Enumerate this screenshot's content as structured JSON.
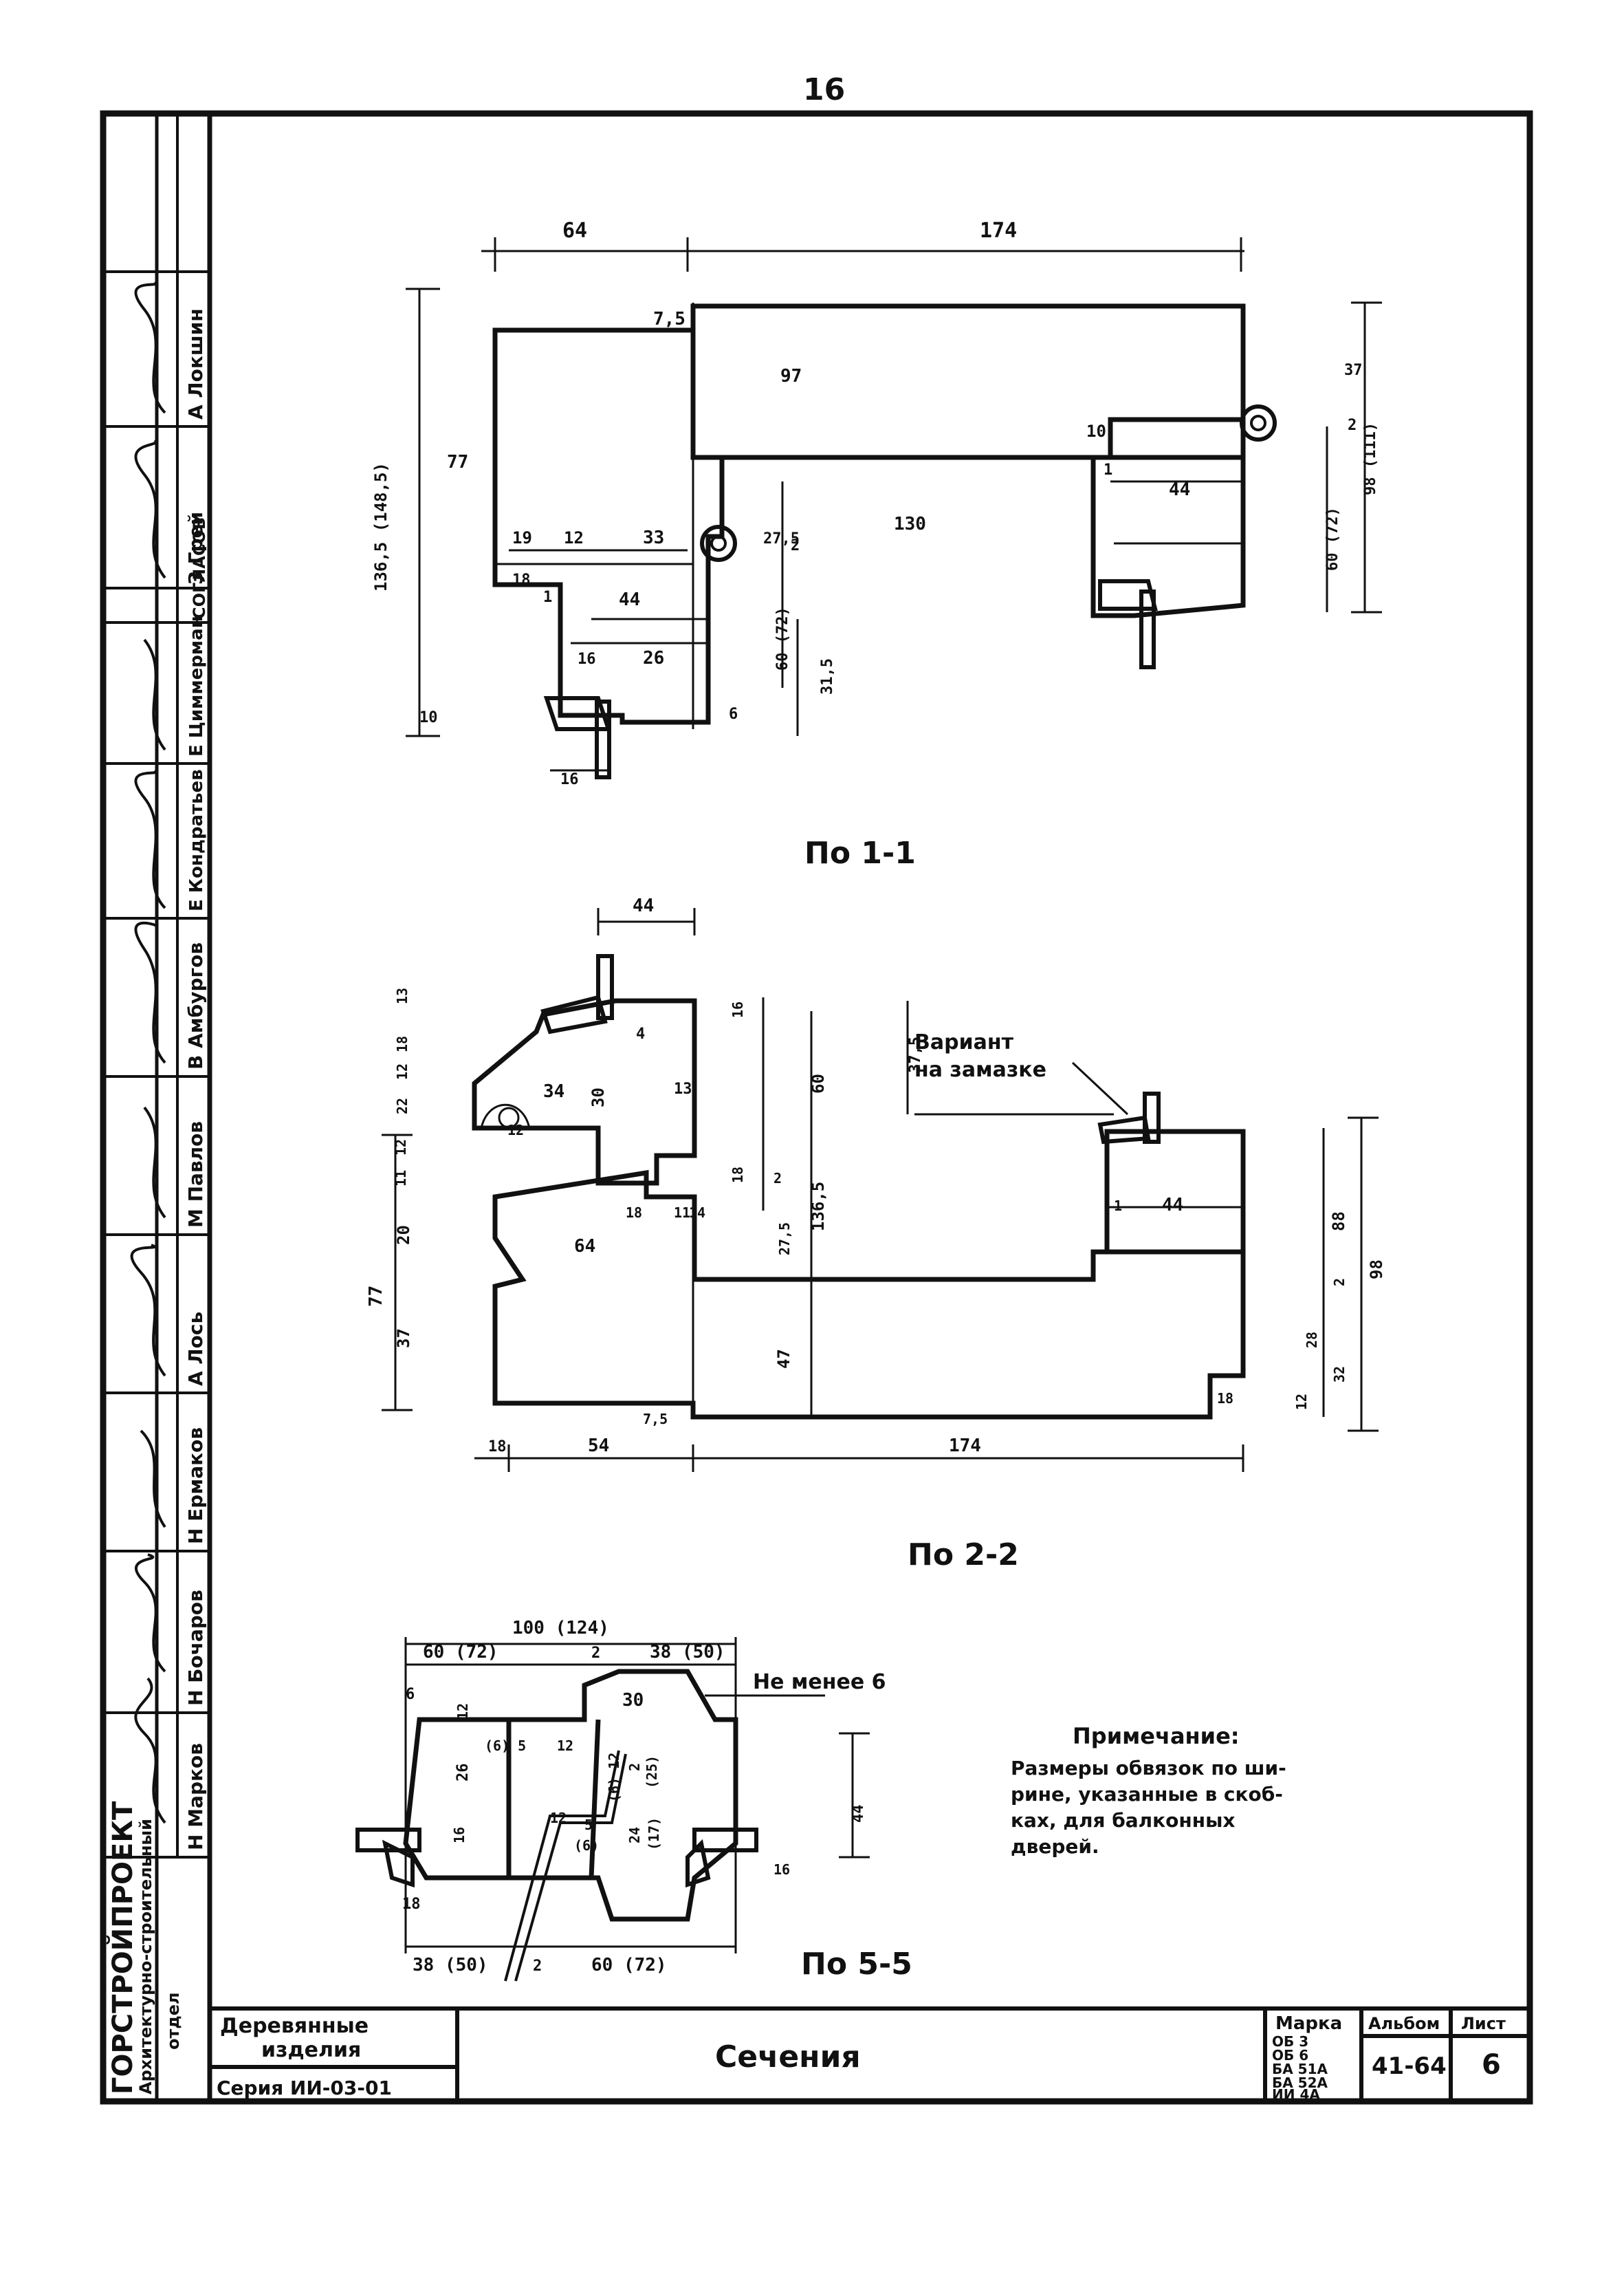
{
  "page_number": "16",
  "side_stamp": {
    "organization_line1": "ГОРСТРОЙПРОЕКТ",
    "organization_line2": "Архитектурно-строительный",
    "organization_line3": "отдел",
    "approved_label": "СОГЛАСОВ",
    "names": [
      "Н Марков",
      "Н Бочаров",
      "Н Ермаков",
      "А Лось",
      "М Павлов",
      "В Амбургов",
      "Е Кондратьев",
      "Е Циммерман",
      "З Грей",
      "А Локшин"
    ]
  },
  "sections": {
    "s1": {
      "title": "По 1-1",
      "dims": [
        "64",
        "174",
        "7,5",
        "97",
        "77",
        "10",
        "19",
        "12",
        "33",
        "27,5",
        "130",
        "1",
        "44",
        "136,5 (148,5)",
        "18",
        "1",
        "44",
        "2",
        "60 (72)",
        "16",
        "26",
        "31,5",
        "10",
        "6",
        "16",
        "37",
        "2",
        "60 (72)",
        "98 (111)"
      ]
    },
    "s2": {
      "title": "По 2-2",
      "variant_label_line1": "Вариант",
      "variant_label_line2": "на замазке",
      "dims": [
        "44",
        "13",
        "18",
        "12",
        "22",
        "34",
        "30",
        "4",
        "13",
        "60",
        "37,5",
        "16",
        "12",
        "11",
        "12",
        "18",
        "2",
        "136,5",
        "11",
        "18",
        "14",
        "1",
        "44",
        "77",
        "20",
        "64",
        "27,5",
        "37",
        "47",
        "88",
        "2",
        "98",
        "28",
        "32",
        "12",
        "18",
        "7,5",
        "18",
        "54",
        "174"
      ]
    },
    "s3": {
      "title": "По 5-5",
      "note_label": "Не менее 6",
      "dims": [
        "100 (124)",
        "60 (72)",
        "2",
        "38 (50)",
        "6",
        "12",
        "30",
        "26",
        "(6) 5",
        "12",
        "(6) 12",
        "2",
        "(25)",
        "44",
        "16",
        "12",
        "5",
        "(6)",
        "24",
        "(17)",
        "16",
        "18",
        "38 (50)",
        "2",
        "60 (72)"
      ]
    }
  },
  "note": {
    "title": "Примечание:",
    "text": [
      "Размеры обвязок по ши-",
      "рине, указанные в скоб-",
      "ках, для балконных",
      "дверей."
    ]
  },
  "title_block": {
    "product_line1": "Деревянные",
    "product_line2": "изделия",
    "series": "Серия ИИ-03-01",
    "drawing_title": "Сечения",
    "mark_label": "Марка",
    "marks": [
      "ОБ 3",
      "ОБ 6",
      "БА 51А",
      "БА 52А",
      "ИИ 4А"
    ],
    "album_label": "Альбом",
    "album_value": "41-64",
    "sheet_label": "Лист",
    "sheet_value": "6"
  }
}
